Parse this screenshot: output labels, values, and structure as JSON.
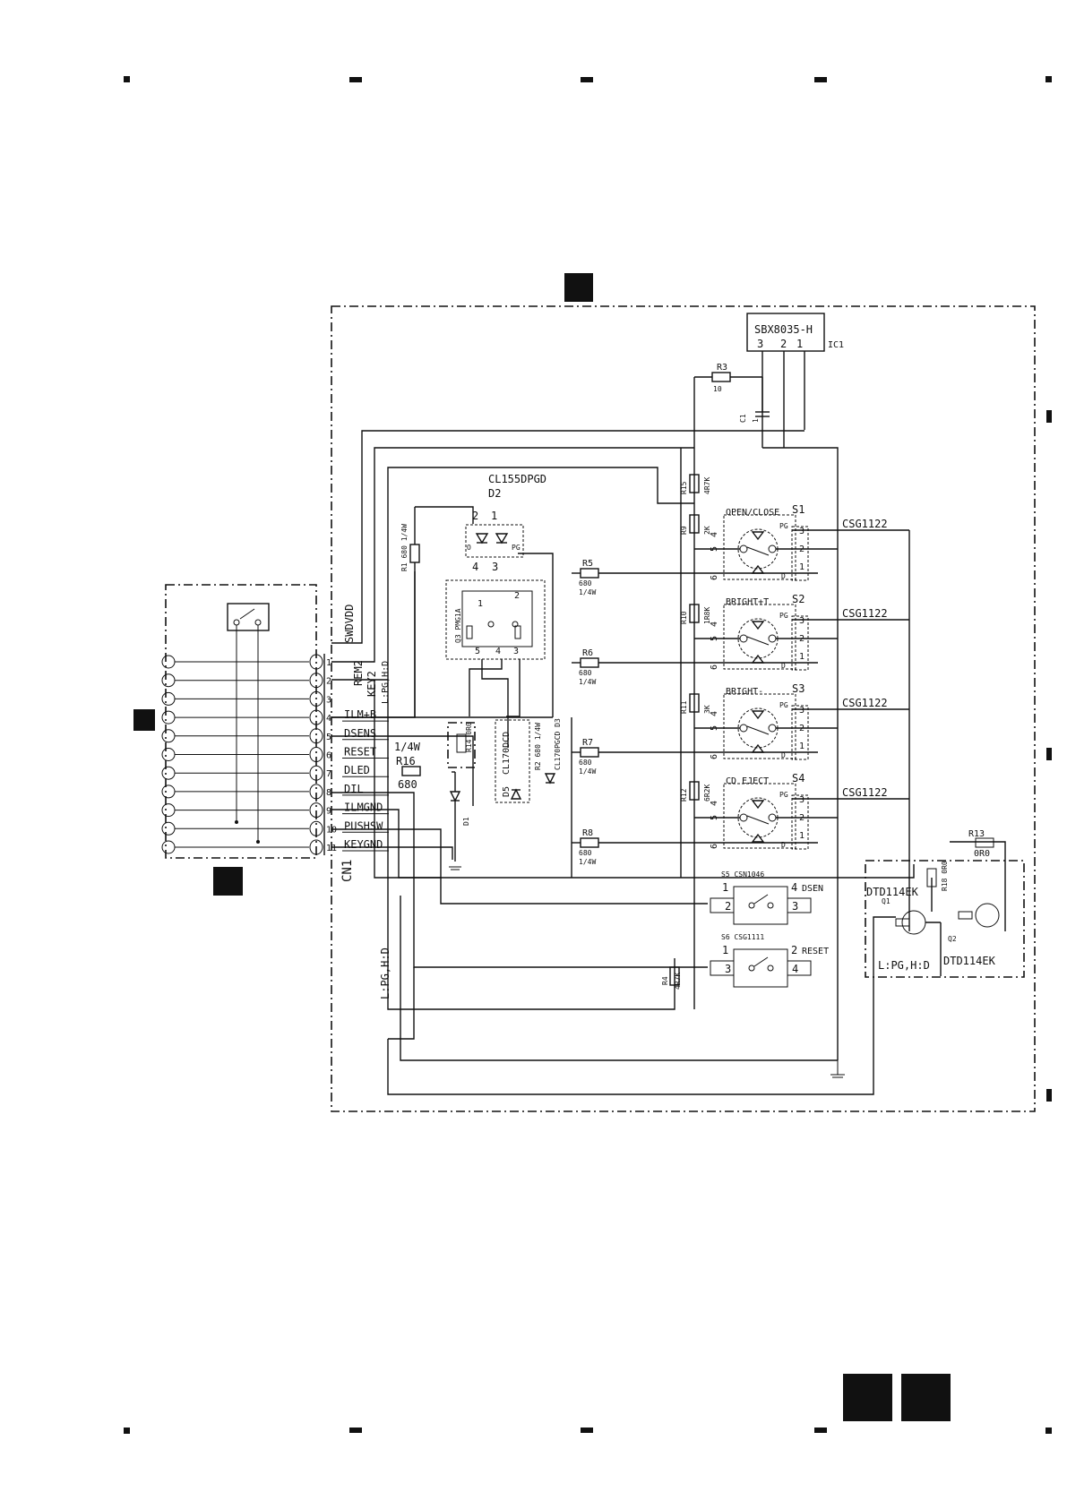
{
  "connector": {
    "ref": "CN1",
    "rails": [
      "SWDVDD",
      "REM2",
      "KEY2",
      "L:PG,H:D"
    ],
    "pins": [
      {
        "num": "1",
        "name": ""
      },
      {
        "num": "2",
        "name": ""
      },
      {
        "num": "3",
        "name": ""
      },
      {
        "num": "4",
        "name": "ILM+B"
      },
      {
        "num": "5",
        "name": "DSENS"
      },
      {
        "num": "6",
        "name": "RESET"
      },
      {
        "num": "7",
        "name": "DLED"
      },
      {
        "num": "8",
        "name": "DIL"
      },
      {
        "num": "9",
        "name": "ILMGND"
      },
      {
        "num": "10",
        "name": "PUSHSW"
      },
      {
        "num": "11",
        "name": "KEYGND"
      }
    ]
  },
  "ic1": {
    "part": "SBX8035-H",
    "ref": "IC1",
    "pins": [
      "3",
      "2",
      "1"
    ]
  },
  "parts": {
    "r3": {
      "ref": "R3",
      "val": "10"
    },
    "c1": {
      "ref": "C1",
      "val": "1"
    },
    "r1": {
      "label": "R1 680 1/4W"
    },
    "d2": {
      "part": "CL155DPGD",
      "ref": "D2"
    },
    "q3": {
      "label": "Q3 PMG1A"
    },
    "r14": {
      "label": "R14 0R0"
    },
    "d5": {
      "part": "CL170DCD",
      "ref": "D5"
    },
    "r2": {
      "label": "R2 680 1/4W"
    },
    "d3": {
      "label": "CL170PGCD D3"
    },
    "d1": {
      "ref": "D1"
    },
    "r16": {
      "ref": "R16",
      "val": "680",
      "watt": "1/4W"
    },
    "ladder": [
      {
        "ref": "R5",
        "val": "680",
        "watt": "1/4W"
      },
      {
        "ref": "R6",
        "val": "680",
        "watt": "1/4W"
      },
      {
        "ref": "R7",
        "val": "680",
        "watt": "1/4W"
      },
      {
        "ref": "R8",
        "val": "680",
        "watt": "1/4W"
      }
    ],
    "column": [
      {
        "ref": "R15",
        "val": "4R7K"
      },
      {
        "ref": "R9",
        "val": "2K"
      },
      {
        "ref": "R10",
        "val": "1R8K"
      },
      {
        "ref": "R11",
        "val": "3K"
      },
      {
        "ref": "R12",
        "val": "6R2K"
      }
    ],
    "switches": [
      {
        "ref": "S1",
        "name": "OPEN/CLOSE",
        "part": "CSG1122"
      },
      {
        "ref": "S2",
        "name": "BRIGHT+T",
        "part": "CSG1122"
      },
      {
        "ref": "S3",
        "name": "BRIGHT-",
        "part": "CSG1122"
      },
      {
        "ref": "S4",
        "name": "CD EJECT",
        "part": "CSG1122"
      }
    ],
    "switch_pins": {
      "pg": "PG",
      "d": "D",
      "left": [
        "5",
        "4",
        "6"
      ],
      "right": [
        "3",
        "2",
        "1"
      ]
    },
    "s5": {
      "ref": "S5",
      "part": "CSN1046",
      "sig": "DSEN",
      "pins": [
        "1",
        "4",
        "2",
        "3"
      ]
    },
    "s6": {
      "ref": "S6",
      "part": "CSG1111",
      "sig": "RESET",
      "pins": [
        "1",
        "2",
        "3",
        "4"
      ]
    },
    "r4": {
      "ref": "R4",
      "val": "4R7K"
    },
    "q1": {
      "part": "DTD114EK",
      "ref": "Q1"
    },
    "q2": {
      "part": "DTD114EK",
      "ref": "Q2"
    },
    "r18": {
      "label": "R18 0R0"
    },
    "r13": {
      "ref": "R13",
      "val": "0R0"
    }
  },
  "notes": {
    "mode_left": "L:PG,H:D",
    "mode_right": "L:PG,H:D"
  }
}
